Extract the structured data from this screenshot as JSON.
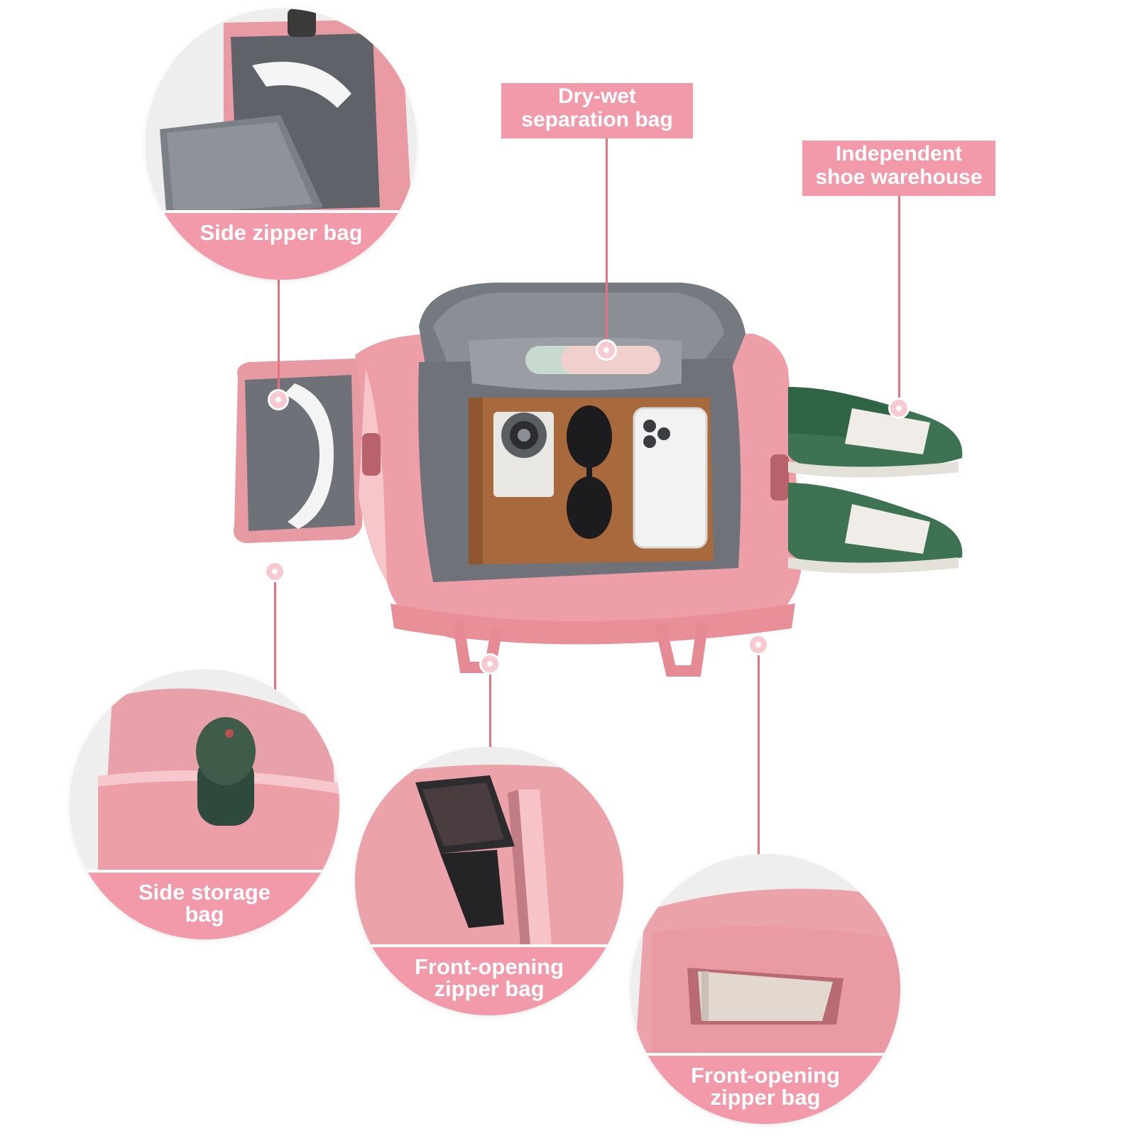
{
  "labels": {
    "side_zipper": "Side zipper bag",
    "dry_wet": "Dry-wet\nseparation bag",
    "shoe": "Independent\nshoe warehouse",
    "side_storage": "Side storage\nbag",
    "front_opening_1": "Front-opening\nzipper bag",
    "front_opening_2": "Front-opening\nzipper bag"
  },
  "colors": {
    "accent_pink": "#f39aaa",
    "leader_line": "#e8737f",
    "bag_pink": "#ee9ca3",
    "lining_gray": "#6f7379"
  }
}
